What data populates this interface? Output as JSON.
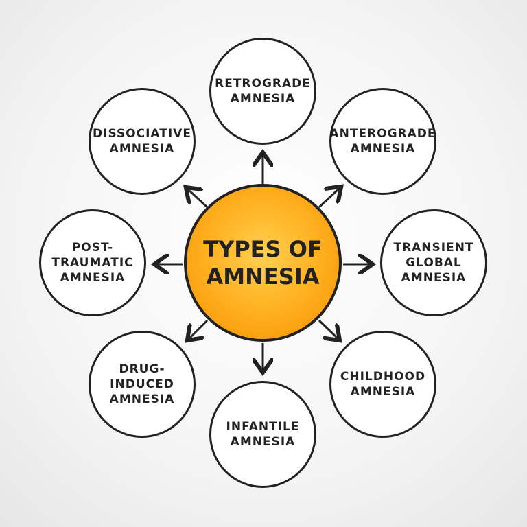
{
  "center": {
    "label": "TYPES OF\nAMNESIA",
    "color": "#ffb020"
  },
  "nodes": [
    {
      "label": "RETROGRADE\nAMNESIA"
    },
    {
      "label": "ANTEROGRADE\nAMNESIA"
    },
    {
      "label": "TRANSIENT\nGLOBAL\nAMNESIA"
    },
    {
      "label": "CHILDHOOD\nAMNESIA"
    },
    {
      "label": "INFANTILE\nAMNESIA"
    },
    {
      "label": "DRUG-\nINDUCED\nAMNESIA"
    },
    {
      "label": "POST-\nTRAUMATIC\nAMNESIA"
    },
    {
      "label": "DISSOCIATIVE\nAMNESIA"
    }
  ]
}
